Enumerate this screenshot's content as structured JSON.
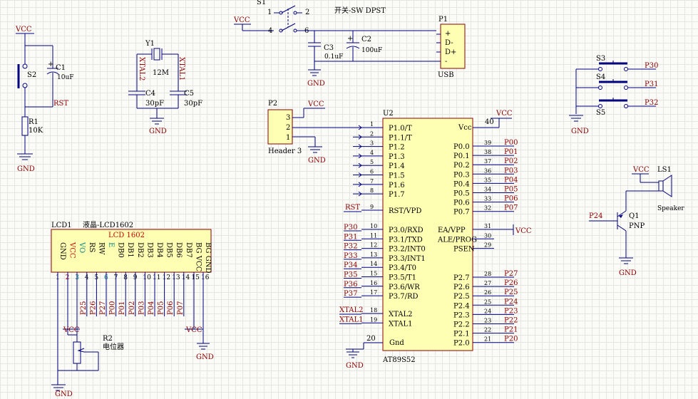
{
  "power": {
    "vcc": "VCC",
    "gnd": "GND"
  },
  "s2": {
    "ref": "S2"
  },
  "c1": {
    "ref": "C1",
    "value": "10uF",
    "plus": "+"
  },
  "r1": {
    "ref": "R1",
    "value": "10K"
  },
  "rst_net": "RST",
  "y1": {
    "ref": "Y1",
    "value": "12M",
    "pin1": "XTAL1",
    "pin2": "XTAL2"
  },
  "c4": {
    "ref": "C4",
    "value": "30pF"
  },
  "c5": {
    "ref": "C5",
    "value": "30pF"
  },
  "s1": {
    "ref": "S1",
    "desc": "开关-SW DPST",
    "p1": "1",
    "p2": "2",
    "p4": "4",
    "p6": "6"
  },
  "c2": {
    "ref": "C2",
    "value": "100uF",
    "plus": "+"
  },
  "c3": {
    "ref": "C3",
    "value": "0.1uF"
  },
  "p1": {
    "ref": "P1",
    "desc": "USB",
    "pins": [
      "+",
      "D-",
      "D+",
      "-"
    ]
  },
  "p2": {
    "ref": "P2",
    "desc": "Header 3",
    "pins": [
      "3",
      "2",
      "1"
    ]
  },
  "u2": {
    "ref": "U2",
    "part": "AT89S52",
    "vcc_pin": "Vcc",
    "vcc_num": "40",
    "gnd_pin": "Gnd",
    "gnd_num": "20",
    "left_p1": [
      [
        "P1.0/T",
        "1"
      ],
      [
        "P1.1/T",
        "2"
      ],
      [
        "P1.2",
        "3"
      ],
      [
        "P1.3",
        "4"
      ],
      [
        "P1.4",
        "5"
      ],
      [
        "P1.5",
        "6"
      ],
      [
        "P1.6",
        "7"
      ],
      [
        "P1.7",
        "8"
      ]
    ],
    "rst": [
      "RST/VPD",
      "9"
    ],
    "left_p3": [
      [
        "P3.0/RXD",
        "10"
      ],
      [
        "P3.1/TXD",
        "11"
      ],
      [
        "P3.2/INT0",
        "12"
      ],
      [
        "P3.3/INT1",
        "13"
      ],
      [
        "P3.4/T0",
        "14"
      ],
      [
        "P3.5/T1",
        "15"
      ],
      [
        "P3.6/WR",
        "16"
      ],
      [
        "P3.7/RD",
        "17"
      ]
    ],
    "left_xtal": [
      [
        "XTAL2",
        "18"
      ],
      [
        "XTAL1",
        "19"
      ]
    ],
    "right_p0": [
      [
        "P0.0",
        "39"
      ],
      [
        "P0.1",
        "38"
      ],
      [
        "P0.2",
        "37"
      ],
      [
        "P0.3",
        "36"
      ],
      [
        "P0.4",
        "35"
      ],
      [
        "P0.5",
        "34"
      ],
      [
        "P0.6",
        "33"
      ],
      [
        "P0.7",
        "32"
      ]
    ],
    "right_mid": [
      [
        "EA/VPP",
        "31"
      ],
      [
        "ALE/PROG",
        "30"
      ],
      [
        "PSEN",
        "29"
      ]
    ],
    "right_p2": [
      [
        "P2.7",
        "28"
      ],
      [
        "P2.6",
        "27"
      ],
      [
        "P2.5",
        "26"
      ],
      [
        "P2.4",
        "25"
      ],
      [
        "P2.3",
        "24"
      ],
      [
        "P2.2",
        "23"
      ],
      [
        "P2.1",
        "22"
      ],
      [
        "P2.0",
        "21"
      ]
    ]
  },
  "u2_nets": {
    "rst": "RST",
    "p3": [
      "P30",
      "P31",
      "P32",
      "P33",
      "P34",
      "P35",
      "P36",
      "P37"
    ],
    "xtal": [
      "XTAL2",
      "XTAL1"
    ],
    "p0": [
      "P00",
      "P01",
      "P02",
      "P03",
      "P04",
      "P05",
      "P06",
      "P07"
    ],
    "p2": [
      "P27",
      "P26",
      "P25",
      "P24",
      "P23",
      "P22",
      "P21",
      "P20"
    ]
  },
  "switches": {
    "s3": "S3",
    "s4": "S4",
    "s5": "S5",
    "nets": [
      "P30",
      "P31",
      "P32"
    ]
  },
  "ls1": {
    "ref": "LS1",
    "desc": "Speaker"
  },
  "q1": {
    "ref": "Q1",
    "desc": "PNP",
    "base_net": "P24"
  },
  "lcd": {
    "ref": "LCD1",
    "desc": "液晶-LCD1602",
    "title": "LCD  1602",
    "pins": [
      "GND",
      "VCC",
      "VO",
      "RS",
      "RW",
      "E",
      "DB0",
      "DB1",
      "DB2",
      "DB3",
      "DB4",
      "DB5",
      "DB6",
      "DB7",
      "BG VCC",
      "BG GND"
    ],
    "nums": [
      "1",
      "2",
      "3",
      "4",
      "5",
      "6",
      "7",
      "8",
      "9",
      "10",
      "11",
      "12",
      "13",
      "14",
      "15",
      "16"
    ],
    "nets": [
      "P25",
      "P26",
      "P27",
      "P00",
      "P01",
      "P02",
      "P03",
      "P04",
      "P05",
      "P06",
      "P07"
    ]
  },
  "r2": {
    "ref": "R2",
    "desc": "电位器"
  }
}
